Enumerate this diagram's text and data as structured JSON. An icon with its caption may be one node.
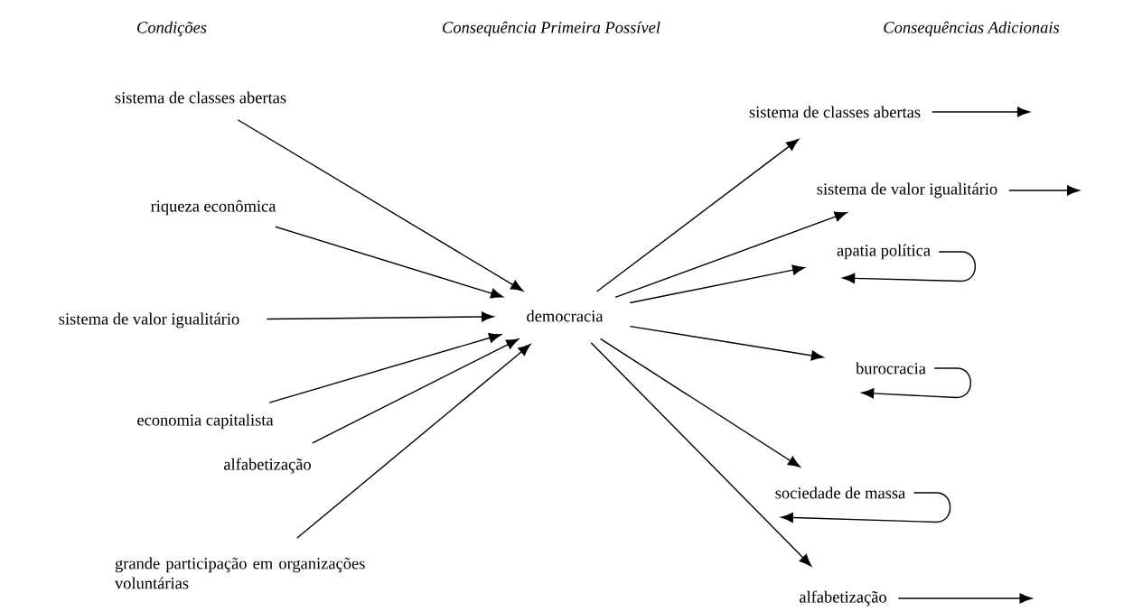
{
  "diagram": {
    "nodes": [
      {
        "text": [
          "sistema de classes abertas"
        ]
      },
      {
        "text": [
          "riqueza econômica"
        ]
      },
      {
        "text": [
          "sistema de valor igualitário"
        ]
      },
      {
        "text": [
          "economia capitalista"
        ]
      },
      {
        "text": [
          "alfabetização"
        ]
      },
      {
        "text": [
          "grande participação em organizações voluntárias"
        ]
      },
      {
        "text": [
          "democracia"
        ]
      },
      {
        "text": [
          "sistema de classes abertas"
        ]
      },
      {
        "text": [
          "sistema de valor igualitário"
        ]
      },
      {
        "text": [
          "apatia política"
        ]
      },
      {
        "text": [
          "burocracia"
        ]
      },
      {
        "text": [
          "sociedade de massa"
        ]
      },
      {
        "text": [
          "alfabetização"
        ]
      }
    ],
    "edges": [
      {
        "from": 0,
        "to": 6,
        "arrow": "to"
      },
      {
        "from": 1,
        "to": 6,
        "arrow": "to"
      },
      {
        "from": 2,
        "to": 6,
        "arrow": "to"
      },
      {
        "from": 3,
        "to": 6,
        "arrow": "to"
      },
      {
        "from": 4,
        "to": 6,
        "arrow": "to"
      },
      {
        "from": 5,
        "to": 6,
        "arrow": "to"
      },
      {
        "from": 6,
        "to": 7,
        "arrow": "to"
      },
      {
        "from": 6,
        "to": 8,
        "arrow": "to"
      },
      {
        "from": 6,
        "to": 9,
        "arrow": "to"
      },
      {
        "from": 6,
        "to": 10,
        "arrow": "to"
      },
      {
        "from": 6,
        "to": 11,
        "arrow": "to"
      },
      {
        "from": 6,
        "to": 12,
        "arrow": "to"
      },
      {
        "from": 7,
        "to": null,
        "arrow": "to"
      },
      {
        "from": 8,
        "to": null,
        "arrow": "to"
      },
      {
        "from": 9,
        "to": 9,
        "arrow": "to"
      },
      {
        "from": 10,
        "to": 10,
        "arrow": "to"
      },
      {
        "from": 11,
        "to": 11,
        "arrow": "to"
      },
      {
        "from": 12,
        "to": null,
        "arrow": "to"
      }
    ],
    "labels": [
      "Condições",
      "Consequência Primeira Possível",
      "Consequências Adicionais"
    ]
  }
}
